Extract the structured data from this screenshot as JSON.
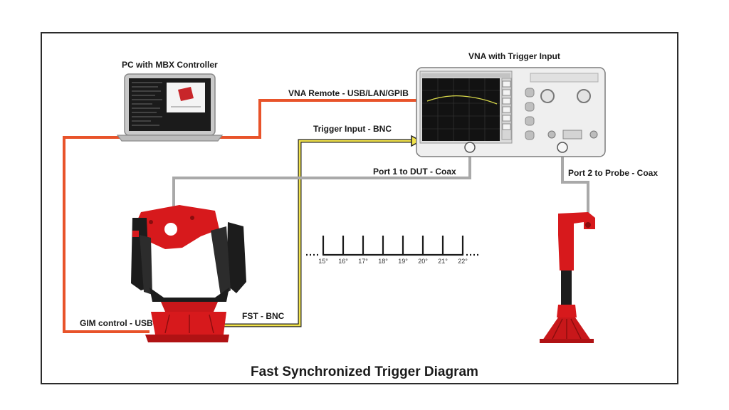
{
  "diagram": {
    "title": "Fast Synchronized Trigger Diagram",
    "labels": {
      "pc": "PC with MBX Controller",
      "vna": "VNA with Trigger Input",
      "vna_remote": "VNA Remote - USB/LAN/GPIB",
      "trigger_input": "Trigger Input - BNC",
      "port1": "Port 1 to DUT - Coax",
      "port2": "Port 2 to Probe - Coax",
      "gim_control": "GIM control - USB",
      "fst": "FST - BNC"
    },
    "ticks": [
      "15°",
      "16°",
      "17°",
      "18°",
      "19°",
      "20°",
      "21°",
      "22°"
    ]
  },
  "colors": {
    "usb_cable": "#e8532a",
    "trigger_cable": "#f2e34a",
    "coax_cable": "#a9a9a9",
    "positioner_red": "#d7191c",
    "positioner_black": "#1c1c1c"
  }
}
